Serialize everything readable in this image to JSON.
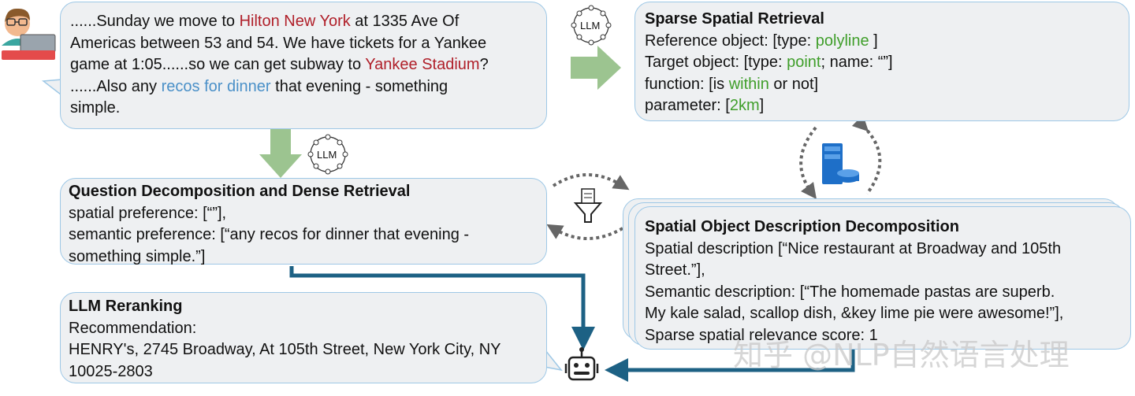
{
  "user_message": {
    "line1": {
      "a": "......Sunday we move to ",
      "b": "Hilton New York",
      "c": " at 1335 Ave Of"
    },
    "line2": "Americas between 53 and 54. We have tickets for a Yankee",
    "line3": {
      "a": "game at 1:05......so we can get subway to ",
      "b": "Yankee Stadium",
      "c": "?"
    },
    "line4": {
      "a": "......Also any ",
      "b": "recos for dinner",
      "c": " that evening - something"
    },
    "line5": "simple."
  },
  "llm_badges": {
    "top": "LLM",
    "middle": "LLM"
  },
  "sparse": {
    "title": "Sparse Spatial Retrieval",
    "ref": {
      "a": "Reference object: [type: ",
      "b": "polyline",
      "c": " ]"
    },
    "target": {
      "a": "Target object: [type: ",
      "b": "point",
      "c": "; name: “”]"
    },
    "function": {
      "a": "function: [is ",
      "b": "within",
      "c": " or not]"
    },
    "parameter": {
      "a": "parameter: [",
      "b": "2km",
      "c": "]"
    }
  },
  "decomposition": {
    "title": "Question Decomposition and Dense Retrieval",
    "spatial": "spatial preference: [“”],",
    "semantic1": "semantic preference: [“any recos for dinner that evening -",
    "semantic2": "something simple.”]"
  },
  "reranking": {
    "title": "LLM Reranking",
    "label": "Recommendation:",
    "line1": "HENRY's, 2745 Broadway, At 105th Street, New York City, NY",
    "line2": "10025-2803"
  },
  "spatial_desc": {
    "title": "Spatial Object Description Decomposition",
    "line1": "Spatial description [“Nice restaurant at Broadway and 105th",
    "line2": "Street.”],",
    "line3": "Semantic description: [“The homemade pastas are superb.",
    "line4": "My kale salad, scallop dish, &key lime pie were awesome!”],",
    "line5": "Sparse spatial relevance score: 1"
  },
  "watermark": "知乎 @NLP自然语言处理",
  "colors": {
    "box_bg": "#eef0f2",
    "box_border": "#9ec8e6",
    "arrow_green": "#9cc490",
    "arrow_dark": "#1d6184",
    "highlight_red": "#b0202a",
    "highlight_blue": "#4a90c8",
    "highlight_green": "#3f9e2a"
  },
  "icons": [
    "user-at-laptop-icon",
    "llm-network-icon",
    "database-server-icon",
    "filter-document-icon",
    "robot-icon"
  ]
}
